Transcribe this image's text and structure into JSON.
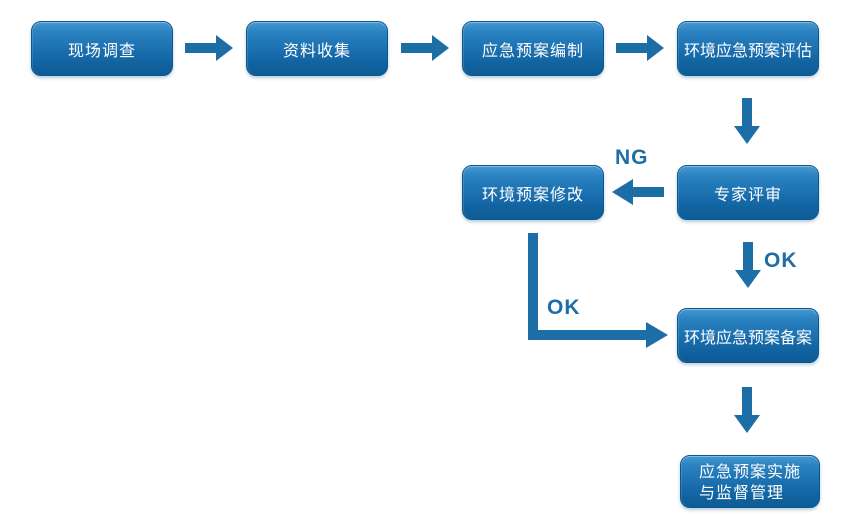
{
  "flowchart": {
    "background": "#ffffff",
    "nodes": {
      "survey": {
        "label": "现场调查"
      },
      "collect": {
        "label": "资料收集"
      },
      "compile": {
        "label": "应急预案编制"
      },
      "assess": {
        "label": "环境应急预案评估"
      },
      "revise": {
        "label": "环境预案修改"
      },
      "review": {
        "label": "专家评审"
      },
      "filing": {
        "label": "环境应急预案备案"
      },
      "implement": {
        "line1": "应急预案实施",
        "line2": "与监督管理"
      }
    },
    "edge_labels": {
      "ng": "NG",
      "ok_review_to_filing": "OK",
      "ok_revise_to_filing": "OK"
    },
    "edges": [
      {
        "from": "survey",
        "to": "collect",
        "label": ""
      },
      {
        "from": "collect",
        "to": "compile",
        "label": ""
      },
      {
        "from": "compile",
        "to": "assess",
        "label": ""
      },
      {
        "from": "assess",
        "to": "review",
        "label": ""
      },
      {
        "from": "review",
        "to": "revise",
        "label": "NG"
      },
      {
        "from": "review",
        "to": "filing",
        "label": "OK"
      },
      {
        "from": "revise",
        "to": "filing",
        "label": "OK"
      },
      {
        "from": "filing",
        "to": "implement",
        "label": ""
      }
    ],
    "colors": {
      "node_gradient_top": "#4599d1",
      "node_gradient_bottom": "#0d5c96",
      "node_border": "#0b568d",
      "node_text": "#ffffff",
      "arrow": "#1d6ea7",
      "edge_label_text": "#1d6ea7"
    }
  }
}
